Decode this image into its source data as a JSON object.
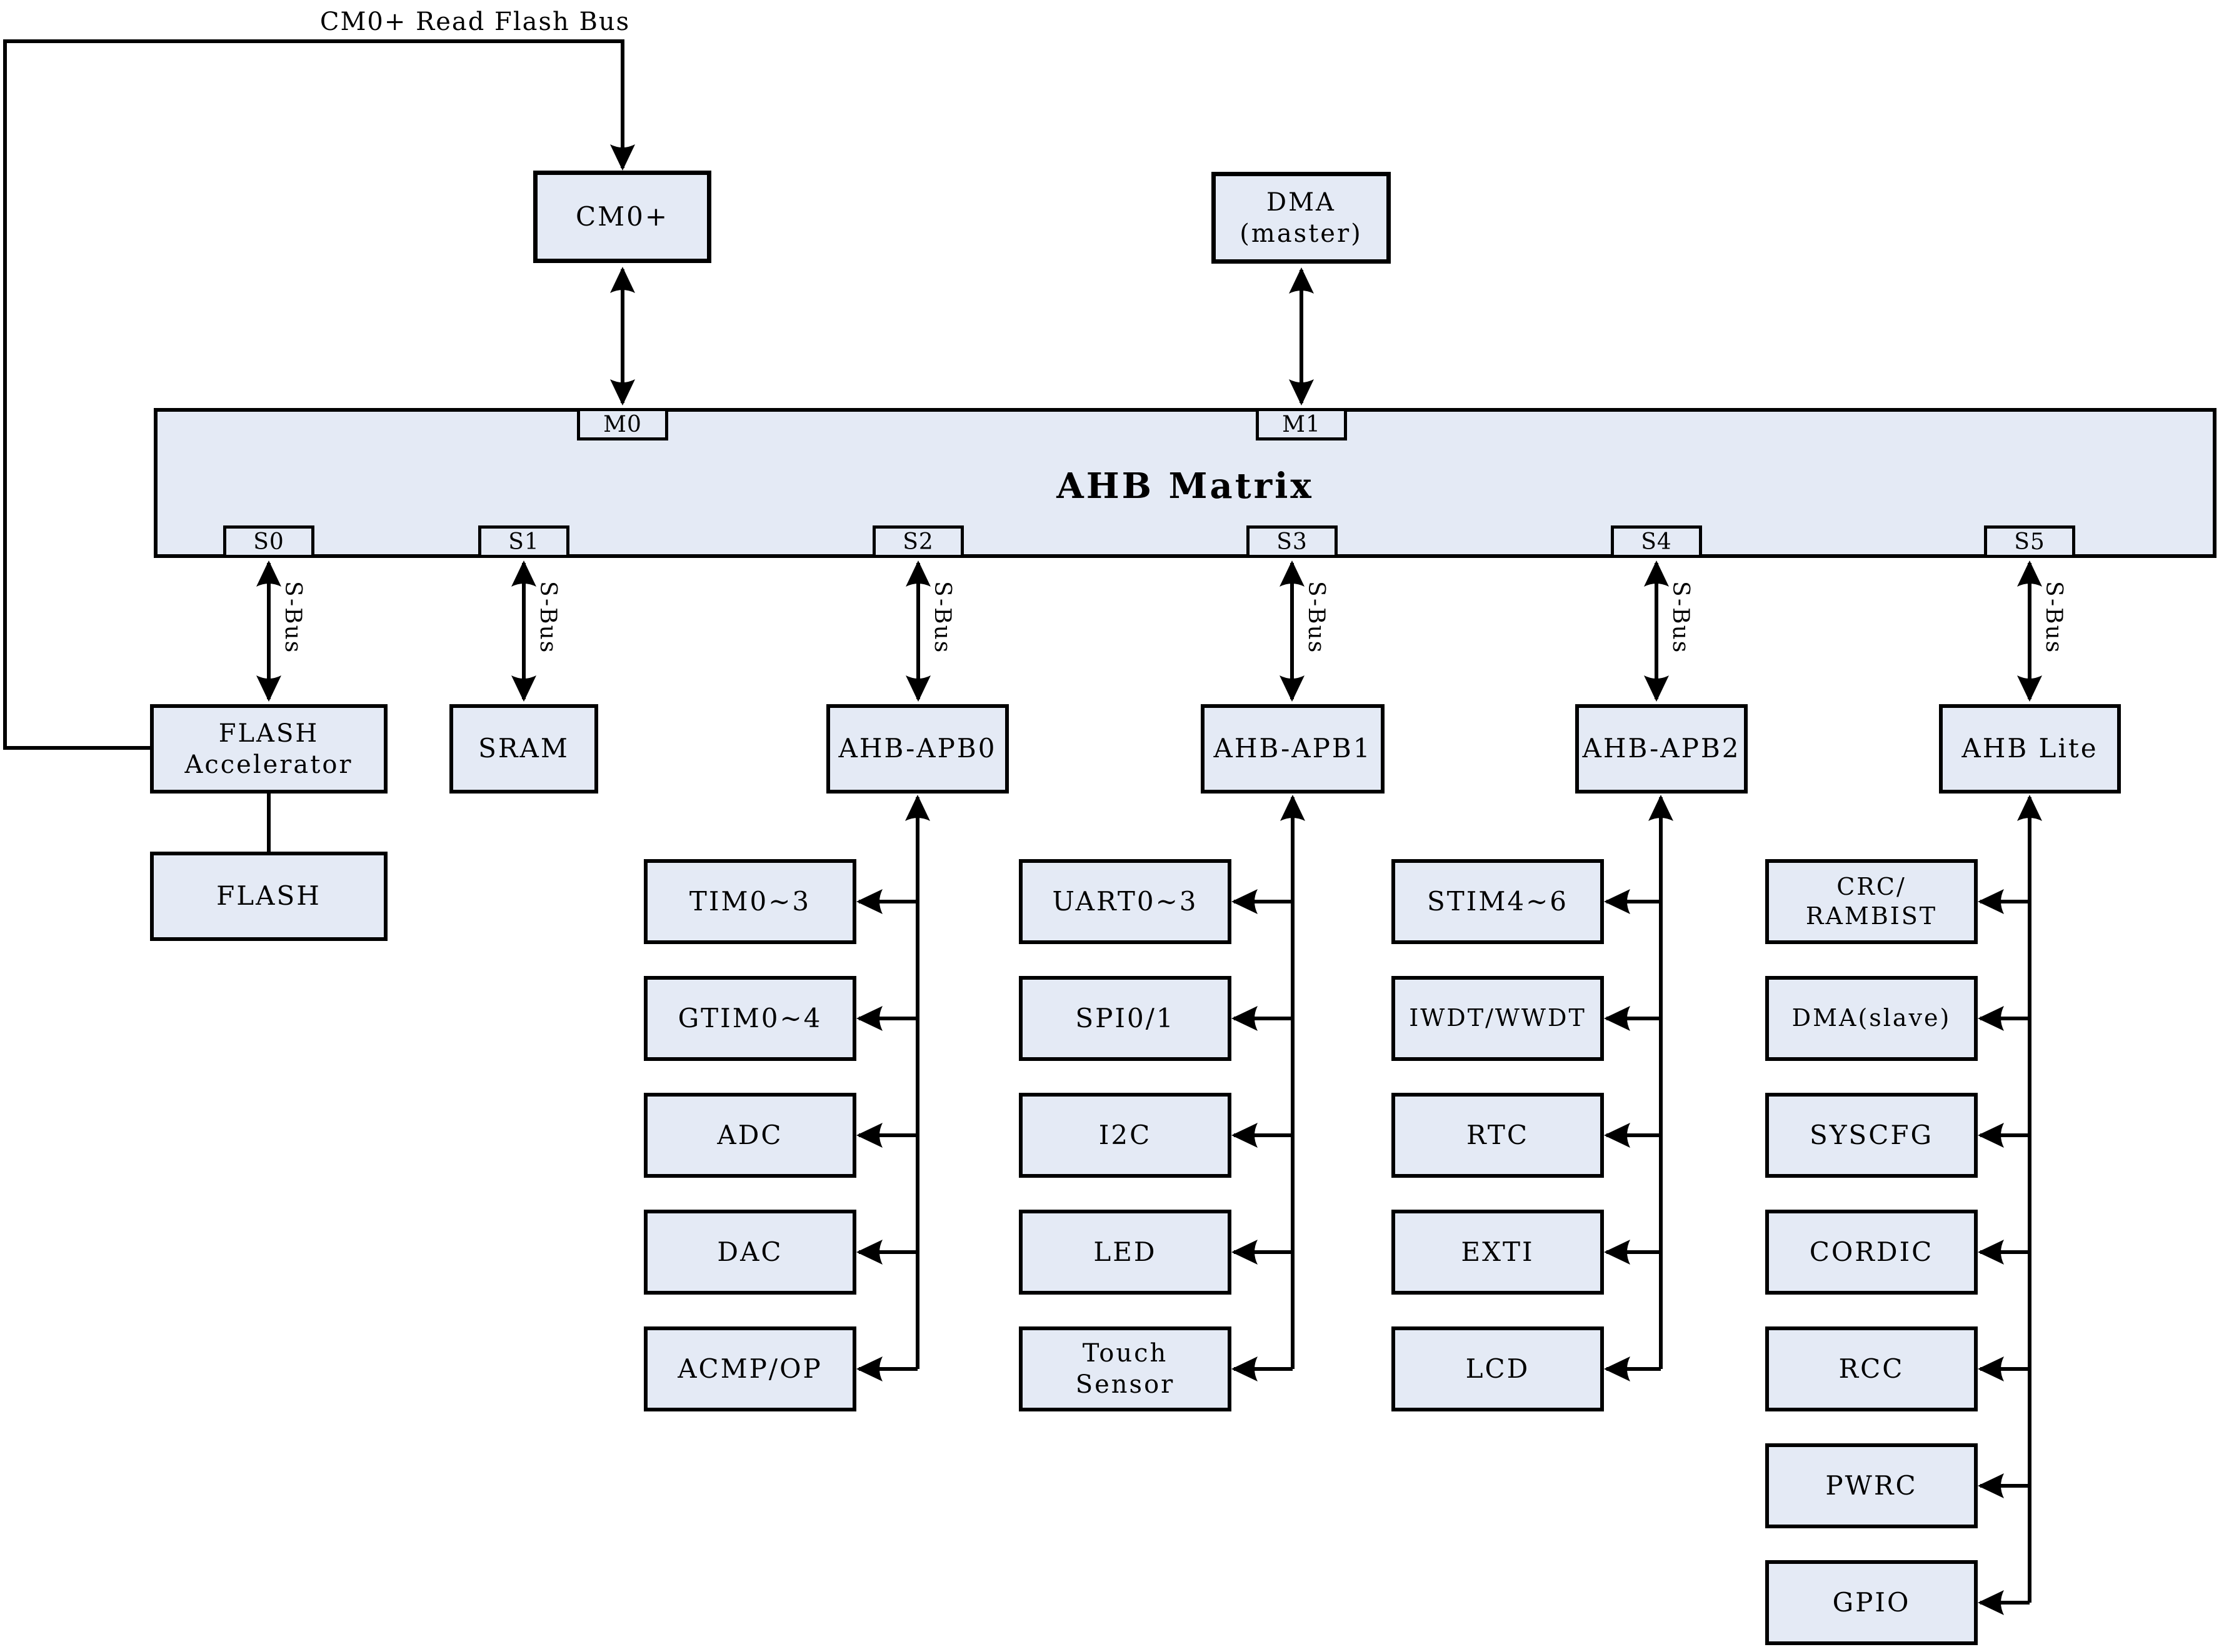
{
  "diagram": {
    "bus_label": "CM0+ Read Flash Bus",
    "masters": {
      "cm0": "CM0+",
      "dma": "DMA\n(master)"
    },
    "matrix": {
      "title": "AHB Matrix",
      "master_ports": [
        "M0",
        "M1"
      ],
      "slave_ports": [
        "S0",
        "S1",
        "S2",
        "S3",
        "S4",
        "S5"
      ],
      "sbus_label": "S-Bus"
    },
    "slaves": {
      "flash_accelerator": "FLASH\nAccelerator",
      "flash": "FLASH",
      "sram": "SRAM",
      "apb0": "AHB-APB0",
      "apb1": "AHB-APB1",
      "apb2": "AHB-APB2",
      "ahb_lite": "AHB Lite"
    },
    "peripherals": {
      "apb0": [
        "TIM0~3",
        "GTIM0~4",
        "ADC",
        "DAC",
        "ACMP/OP"
      ],
      "apb1": [
        "UART0~3",
        "SPI0/1",
        "I2C",
        "LED",
        "Touch\nSensor"
      ],
      "apb2": [
        "STIM4~6",
        "IWDT/WWDT",
        "RTC",
        "EXTI",
        "LCD"
      ],
      "ahb_lite": [
        "CRC/\nRAMBIST",
        "DMA(slave)",
        "SYSCFG",
        "CORDIC",
        "RCC",
        "PWRC",
        "GPIO"
      ]
    },
    "colors": {
      "box_fill": "#e4eaf5",
      "line": "#000000"
    }
  }
}
